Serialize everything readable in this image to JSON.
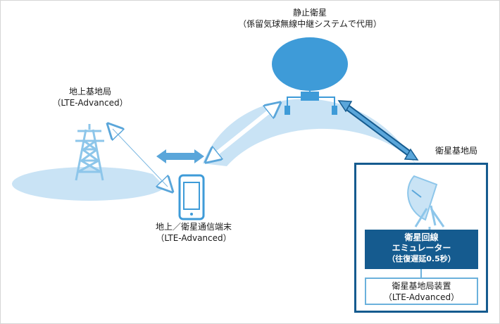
{
  "satellite": {
    "title": "静止衛星",
    "subtitle": "（係留気球無線中継システムで代用）"
  },
  "ground_station": {
    "title": "地上基地局",
    "subtitle": "（LTE-Advanced）"
  },
  "terminal": {
    "title": "地上／衛星通信端末",
    "subtitle": "（LTE-Advanced）"
  },
  "satellite_station": {
    "title": "衛星基地局",
    "emulator_line1": "衛星回線",
    "emulator_line2": "エミュレーター",
    "emulator_line3": "（往復遅延0.5秒）",
    "device_line1": "衛星基地局装置",
    "device_line2": "（LTE-Advanced）"
  },
  "colors": {
    "dark_blue": "#155b8f",
    "mid_blue": "#5aa6da",
    "light_blue": "#c9e3f5",
    "balloon_blue": "#3e9bd8"
  }
}
